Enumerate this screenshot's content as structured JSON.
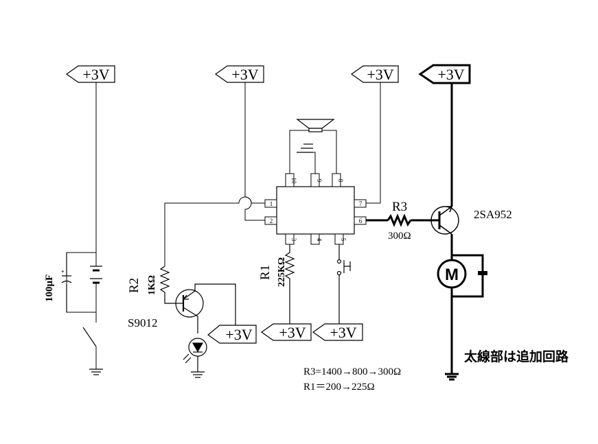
{
  "supply_label": "+3V",
  "ic_pins": [
    "1",
    "2",
    "3",
    "4",
    "5",
    "6",
    "7",
    "8",
    "9",
    "10"
  ],
  "components": {
    "capacitor_label": "100μF",
    "r2_name": "R2",
    "r2_value": "1KΩ",
    "q1_name": "S9012",
    "r1_name": "R1",
    "r1_value": "225KΩ",
    "r3_name": "R3",
    "r3_value": "300Ω",
    "q2_name": "2SA952",
    "motor_letter": "M"
  },
  "notes": {
    "bold_note": "太線部は追加回路",
    "change_r3": "R3=1400→800→300Ω",
    "change_r1": "R1＝200→225Ω"
  }
}
